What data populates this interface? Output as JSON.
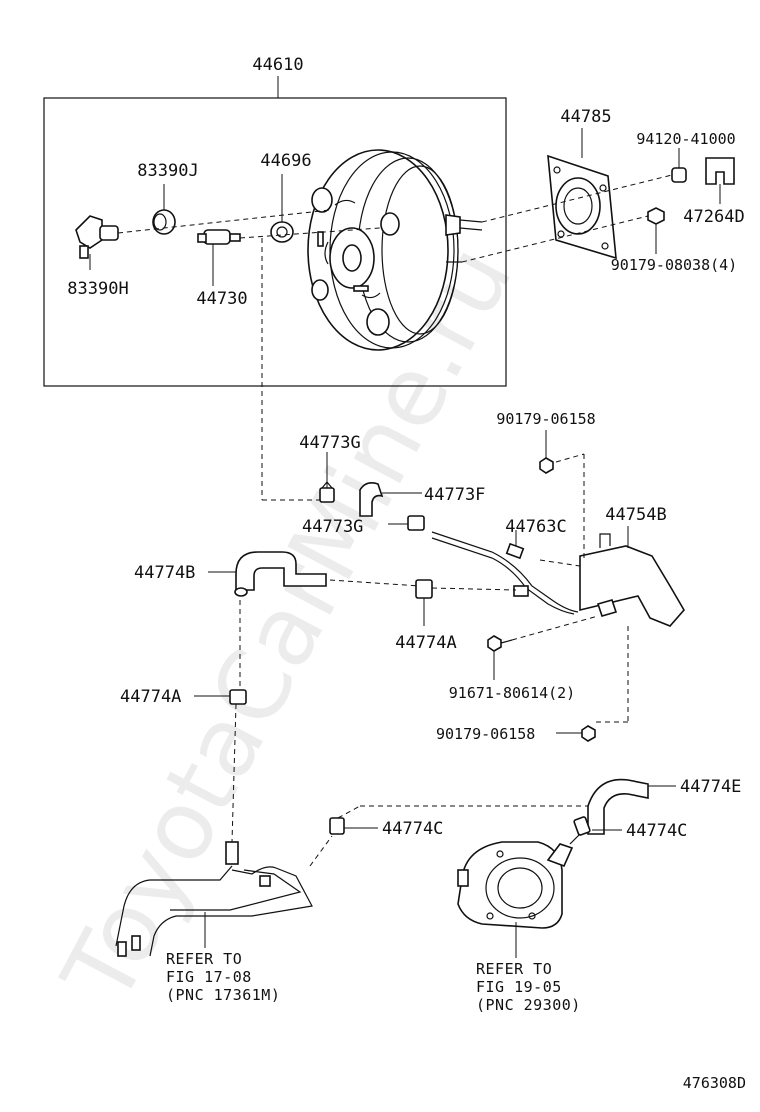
{
  "diagram": {
    "watermark": "ToyotaCarMine.ru",
    "figure_code": "476308D",
    "callouts": {
      "p44610": "44610",
      "p44785": "44785",
      "p94120": "94120-41000",
      "p83390J": "83390J",
      "p44696": "44696",
      "p47264D": "47264D",
      "p83390H": "83390H",
      "p44730": "44730",
      "p90179_08038": "90179-08038(4)",
      "p90179_06158_top": "90179-06158",
      "p44773G_top": "44773G",
      "p44773F": "44773F",
      "p44773G_mid": "44773G",
      "p44763C": "44763C",
      "p44754B": "44754B",
      "p44774B": "44774B",
      "p44774A_mid": "44774A",
      "p91671": "91671-80614(2)",
      "p44774A_left": "44774A",
      "p90179_06158_bot": "90179-06158",
      "p44774E": "44774E",
      "p44774C_mid": "44774C",
      "p44774C_right": "44774C"
    },
    "refs": {
      "left": [
        "REFER TO",
        "FIG 17-08",
        "(PNC 17361M)"
      ],
      "right": [
        "REFER TO",
        "FIG 19-05",
        "(PNC 29300)"
      ]
    }
  }
}
